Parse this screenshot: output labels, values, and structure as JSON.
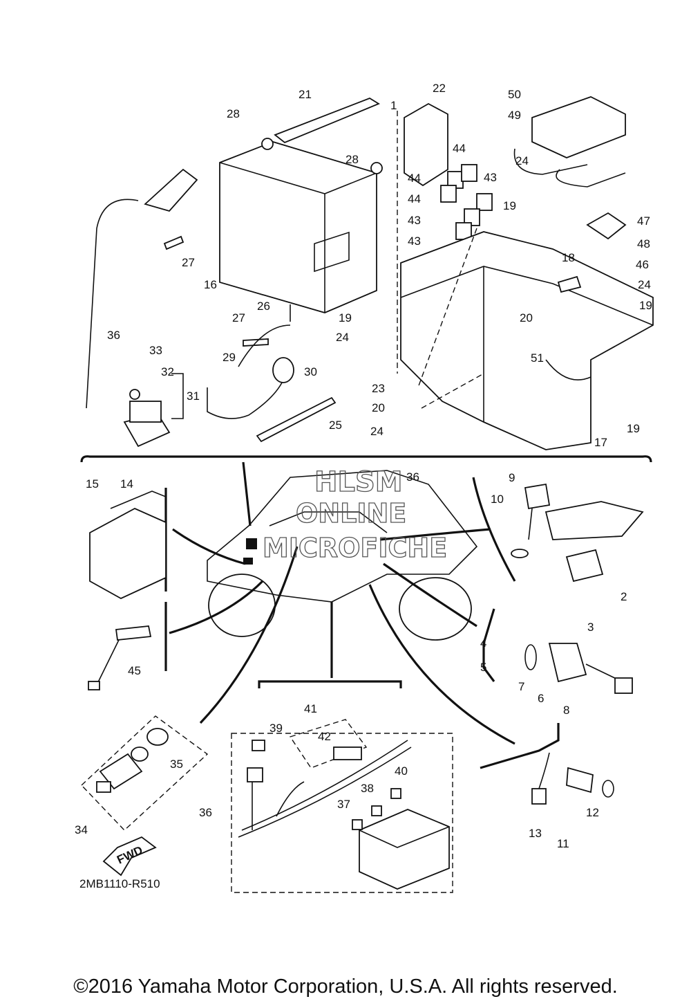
{
  "diagram": {
    "ref_code": "2MB1110-R510",
    "fwd_label": "FWD",
    "watermark": [
      "HLSM",
      "ONLINE",
      "MICROFICHE"
    ],
    "callouts": [
      "1",
      "2",
      "3",
      "4",
      "5",
      "6",
      "7",
      "8",
      "9",
      "10",
      "11",
      "12",
      "13",
      "14",
      "15",
      "16",
      "17",
      "18",
      "19",
      "20",
      "21",
      "22",
      "23",
      "24",
      "25",
      "26",
      "27",
      "28",
      "29",
      "30",
      "31",
      "32",
      "33",
      "34",
      "35",
      "36",
      "37",
      "38",
      "39",
      "40",
      "41",
      "42",
      "43",
      "44",
      "45",
      "46",
      "47",
      "48",
      "49",
      "50",
      "51"
    ]
  },
  "footer": {
    "copyright": "©2016 Yamaha Motor Corporation, U.S.A. All rights reserved."
  }
}
